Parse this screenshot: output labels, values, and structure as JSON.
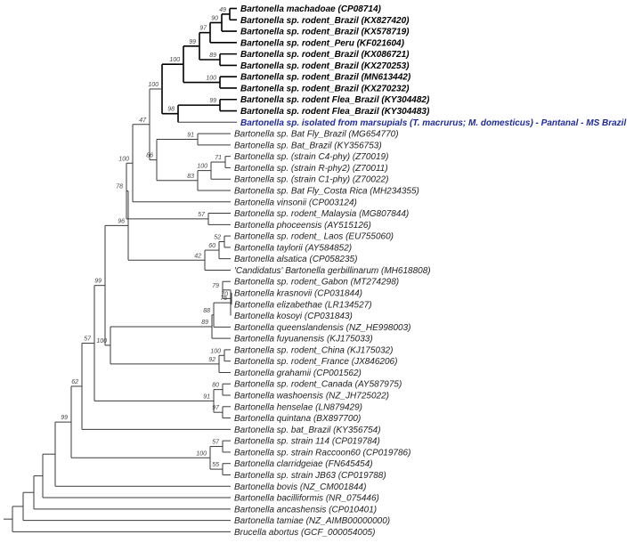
{
  "tree": {
    "colors": {
      "branch": "#3a3a3a",
      "highlight": "#1f2a9e"
    },
    "taxa": [
      {
        "label": "Bartonella machadoae (CP08714)",
        "style": "bold"
      },
      {
        "label": "Bartonella sp. rodent_Brazil (KX827420)",
        "style": "bold"
      },
      {
        "label": "Bartonella sp. rodent_Brazil (KX578719)",
        "style": "bold"
      },
      {
        "label": "Bartonella sp. rodent_Peru (KF021604)",
        "style": "bold"
      },
      {
        "label": "Bartonella sp. rodent_Brazil (KX086721)",
        "style": "bold"
      },
      {
        "label": "Bartonella sp. rodent_Brazil (KX270253)",
        "style": "bold"
      },
      {
        "label": "Bartonella sp. rodent_Brazil (MN613442)",
        "style": "bold"
      },
      {
        "label": "Bartonella sp. rodent_Brazil (KX270232)",
        "style": "bold"
      },
      {
        "label": "Bartonella sp. rodent Flea_Brazil (KY304482)",
        "style": "bold"
      },
      {
        "label": "Bartonella sp. rodent Flea_Brazil (KY304483)",
        "style": "bold"
      },
      {
        "label": "Bartonella sp. isolated from marsupials (T. macrurus; M. domesticus) - Pantanal - MS Brazil",
        "style": "highlight"
      },
      {
        "label": "Bartonella sp. Bat Fly_Brazil (MG654770)",
        "style": "normal"
      },
      {
        "label": "Bartonella sp. Bat_Brazil (KY356753)",
        "style": "normal"
      },
      {
        "label": "Bartonella sp. (strain C4-phy) (Z70019)",
        "style": "normal"
      },
      {
        "label": "Bartonella sp. (strain R-phy2) (Z70011)",
        "style": "normal"
      },
      {
        "label": "Bartonella sp. (strain C1-phy) (Z70022)",
        "style": "normal"
      },
      {
        "label": "Bartonella sp. Bat Fly_Costa Rica (MH234355)",
        "style": "normal"
      },
      {
        "label": "Bartonella vinsonii (CP003124)",
        "style": "normal"
      },
      {
        "label": "Bartonella sp. rodent_Malaysia (MG807844)",
        "style": "normal"
      },
      {
        "label": "Bartonella phoceensis (AY515126)",
        "style": "normal"
      },
      {
        "label": "Bartonella sp. rodent_ Laos (EU755060)",
        "style": "normal"
      },
      {
        "label": "Bartonella taylorii (AY584852)",
        "style": "normal"
      },
      {
        "label": "Bartonella alsatica (CP058235)",
        "style": "normal"
      },
      {
        "label": "'Candidatus' Bartonella gerbillinarum (MH618808)",
        "style": "normal"
      },
      {
        "label": "Bartonella sp. rodent_Gabon (MT274298)",
        "style": "normal"
      },
      {
        "label": "Bartonella krasnovii (CP031844)",
        "style": "normal"
      },
      {
        "label": "Bartonella elizabethae (LR134527)",
        "style": "normal"
      },
      {
        "label": "Bartonella kosoyi (CP031843)",
        "style": "normal"
      },
      {
        "label": "Bartonella queenslandensis (NZ_HE998003)",
        "style": "normal"
      },
      {
        "label": "Bartonella fuyuanensis (KJ175033)",
        "style": "normal"
      },
      {
        "label": "Bartonella sp. rodent_China (KJ175032)",
        "style": "normal"
      },
      {
        "label": "Bartonella sp. rodent_France (JX846206)",
        "style": "normal"
      },
      {
        "label": "Bartonella grahamii (CP001562)",
        "style": "normal"
      },
      {
        "label": "Bartonella sp. rodent_Canada (AY587975)",
        "style": "normal"
      },
      {
        "label": "Bartonella washoensis (NZ_JH725022)",
        "style": "normal"
      },
      {
        "label": "Bartonella henselae (LN879429)",
        "style": "normal"
      },
      {
        "label": "Bartonella quintana (BX897700)",
        "style": "normal"
      },
      {
        "label": "Bartonella sp. bat_Brazil (KY356754)",
        "style": "normal"
      },
      {
        "label": "Bartonella sp. strain 114 (CP019784)",
        "style": "normal"
      },
      {
        "label": "Bartonella sp. strain Raccoon60 (CP019786)",
        "style": "normal"
      },
      {
        "label": "Bartonella clarridgeiae (FN645454)",
        "style": "normal"
      },
      {
        "label": "Bartonella sp. strain JB63 (CP019788)",
        "style": "normal"
      },
      {
        "label": "Bartonella bovis (NZ_CM001844)",
        "style": "normal"
      },
      {
        "label": "Bartonella bacilliformis (NR_075446)",
        "style": "normal"
      },
      {
        "label": "Bartonella ancashensis (CP010401)",
        "style": "normal"
      },
      {
        "label": "Bartonella tamiae (NZ_AIMB00000000)",
        "style": "normal"
      },
      {
        "label": "Brucella abortus (GCF_000054005)",
        "style": "normal"
      }
    ],
    "support_values": [
      "49",
      "90",
      "97",
      "89",
      "99",
      "100",
      "100",
      "99",
      "98",
      "100",
      "71",
      "100",
      "83",
      "91",
      "86",
      "47",
      "100",
      "57",
      "52",
      "60",
      "42",
      "78",
      "70",
      "79",
      "75",
      "88",
      "89",
      "100",
      "92",
      "96",
      "100",
      "80",
      "97",
      "91",
      "57",
      "55",
      "100",
      "99",
      "57",
      "62",
      "99"
    ]
  }
}
